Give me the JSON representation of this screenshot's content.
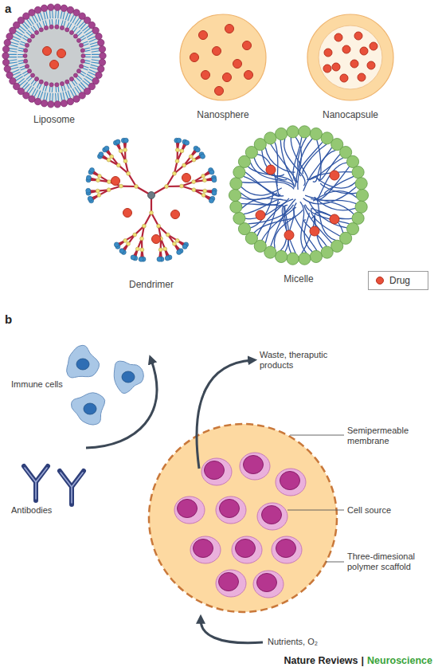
{
  "diagram": {
    "nodes": [
      {
        "text": [
          "Liposome"
        ]
      },
      {
        "text": [
          "Nanosphere"
        ]
      },
      {
        "text": [
          "Nanocapsule"
        ]
      },
      {
        "text": [
          "Dendrimer"
        ]
      },
      {
        "text": [
          "Micelle"
        ]
      }
    ],
    "labels": [
      "a",
      "b",
      "Immune cells",
      "Antibodies",
      "Waste, theraputic products",
      "Semipermeable membrane",
      "Cell source",
      "Three-dimesional polymer scaffold",
      "Nutrients, O₂",
      "Nature Reviews",
      "|",
      "Neuroscience"
    ],
    "legend": [
      {
        "text": "Drug",
        "color": "#e8503a"
      }
    ]
  }
}
